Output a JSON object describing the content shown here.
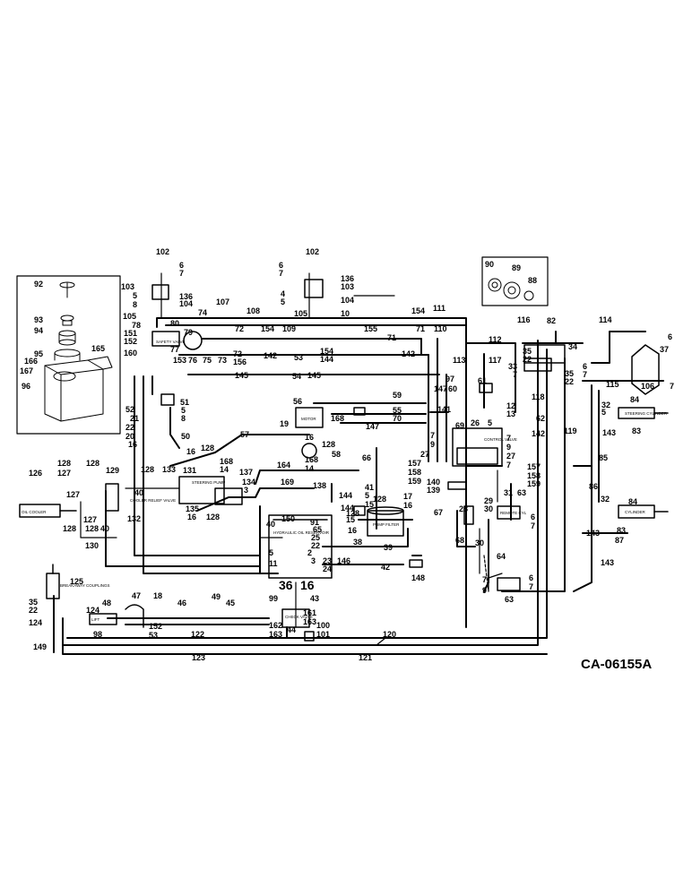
{
  "drawing_code": "CA-06155A",
  "component_labels": {
    "oil_cooler": "OIL COOLER",
    "cooler_relief_valve": "COOLER RELIEF VALVE",
    "steering_pump": "STEERING PUMP",
    "safety_valve": "SAFETY VALVE",
    "motor": "MOTOR",
    "reservoir": "HYDRAULIC OIL RESERVOIR",
    "pump_filter": "PUMP FILTER",
    "control_valve": "CONTROL VALVE",
    "check_valve": "CHECK VALVE",
    "remote_cyl": "REMOTE CYL",
    "steering_cylinder": "STEERING CYLINDER",
    "cylinder": "CYLINDER",
    "breakaway_couplings": "BREAKAWAY COUPLINGS",
    "lift": "LIFT"
  },
  "callouts": [
    {
      "id": "c92",
      "text": "92"
    },
    {
      "id": "c93",
      "text": "93"
    },
    {
      "id": "c94",
      "text": "94"
    },
    {
      "id": "c95",
      "text": "95"
    },
    {
      "id": "c165",
      "text": "165"
    },
    {
      "id": "c166",
      "text": "166"
    },
    {
      "id": "c167",
      "text": "167"
    },
    {
      "id": "c96",
      "text": "96"
    },
    {
      "id": "c102a",
      "text": "102"
    },
    {
      "id": "c6a",
      "text": "6"
    },
    {
      "id": "c7a",
      "text": "7"
    },
    {
      "id": "c103a",
      "text": "103"
    },
    {
      "id": "c5a",
      "text": "5"
    },
    {
      "id": "c8a",
      "text": "8"
    },
    {
      "id": "c136a",
      "text": "136"
    },
    {
      "id": "c104a",
      "text": "104"
    },
    {
      "id": "c105a",
      "text": "105"
    },
    {
      "id": "c107",
      "text": "107"
    },
    {
      "id": "c108",
      "text": "108"
    },
    {
      "id": "c74",
      "text": "74"
    },
    {
      "id": "c80",
      "text": "80"
    },
    {
      "id": "c78",
      "text": "78"
    },
    {
      "id": "c151",
      "text": "151"
    },
    {
      "id": "c152",
      "text": "152"
    },
    {
      "id": "c79",
      "text": "79"
    },
    {
      "id": "c77",
      "text": "77"
    },
    {
      "id": "c160",
      "text": "160"
    },
    {
      "id": "c72a",
      "text": "72"
    },
    {
      "id": "c154a",
      "text": "154"
    },
    {
      "id": "c109",
      "text": "109"
    },
    {
      "id": "c72b",
      "text": "72"
    },
    {
      "id": "c153",
      "text": "153"
    },
    {
      "id": "c76",
      "text": "76"
    },
    {
      "id": "c75",
      "text": "75"
    },
    {
      "id": "c73",
      "text": "73"
    },
    {
      "id": "c156",
      "text": "156"
    },
    {
      "id": "c142a",
      "text": "142"
    },
    {
      "id": "c53",
      "text": "53"
    },
    {
      "id": "c145a",
      "text": "145"
    },
    {
      "id": "c54",
      "text": "54"
    },
    {
      "id": "c102b",
      "text": "102"
    },
    {
      "id": "c6b",
      "text": "6"
    },
    {
      "id": "c7b",
      "text": "7"
    },
    {
      "id": "c136b",
      "text": "136"
    },
    {
      "id": "c103b",
      "text": "103"
    },
    {
      "id": "c4",
      "text": "4"
    },
    {
      "id": "c5b",
      "text": "5"
    },
    {
      "id": "c104b",
      "text": "104"
    },
    {
      "id": "c105b",
      "text": "105"
    },
    {
      "id": "c10",
      "text": "10"
    },
    {
      "id": "c154b",
      "text": "154"
    },
    {
      "id": "c155",
      "text": "155"
    },
    {
      "id": "c154c",
      "text": "154"
    },
    {
      "id": "c144a",
      "text": "144"
    },
    {
      "id": "c71a",
      "text": "71"
    },
    {
      "id": "c71b",
      "text": "71"
    },
    {
      "id": "c111",
      "text": "111"
    },
    {
      "id": "c110",
      "text": "110"
    },
    {
      "id": "c112",
      "text": "112"
    },
    {
      "id": "c142b",
      "text": "142"
    },
    {
      "id": "c145b",
      "text": "145"
    },
    {
      "id": "c113",
      "text": "113"
    },
    {
      "id": "c117",
      "text": "117"
    },
    {
      "id": "c147a",
      "text": "147"
    },
    {
      "id": "c97",
      "text": "97"
    },
    {
      "id": "c60",
      "text": "60"
    },
    {
      "id": "c90",
      "text": "90"
    },
    {
      "id": "c89",
      "text": "89"
    },
    {
      "id": "c88",
      "text": "88"
    },
    {
      "id": "c116",
      "text": "116"
    },
    {
      "id": "c82",
      "text": "82"
    },
    {
      "id": "c114",
      "text": "114"
    },
    {
      "id": "c34",
      "text": "34"
    },
    {
      "id": "c35a",
      "text": "35"
    },
    {
      "id": "c22a",
      "text": "22"
    },
    {
      "id": "c33",
      "text": "33"
    },
    {
      "id": "c7c",
      "text": "7"
    },
    {
      "id": "c6c",
      "text": "6"
    },
    {
      "id": "c7d",
      "text": "7"
    },
    {
      "id": "c35b",
      "text": "35"
    },
    {
      "id": "c22b",
      "text": "22"
    },
    {
      "id": "c37",
      "text": "37"
    },
    {
      "id": "c106",
      "text": "106"
    },
    {
      "id": "c6d",
      "text": "6"
    },
    {
      "id": "c7e",
      "text": "7"
    },
    {
      "id": "c115",
      "text": "115"
    },
    {
      "id": "c84a",
      "text": "84"
    },
    {
      "id": "c32a",
      "text": "32"
    },
    {
      "id": "c5c",
      "text": "5"
    },
    {
      "id": "c143a",
      "text": "143"
    },
    {
      "id": "c83a",
      "text": "83"
    },
    {
      "id": "c118",
      "text": "118"
    },
    {
      "id": "c119",
      "text": "119"
    },
    {
      "id": "c142c",
      "text": "142"
    },
    {
      "id": "c61",
      "text": "61"
    },
    {
      "id": "c12",
      "text": "12"
    },
    {
      "id": "c13",
      "text": "13"
    },
    {
      "id": "c62",
      "text": "62"
    },
    {
      "id": "c85",
      "text": "85"
    },
    {
      "id": "c51",
      "text": "51"
    },
    {
      "id": "c52",
      "text": "52"
    },
    {
      "id": "c21",
      "text": "21"
    },
    {
      "id": "c22c",
      "text": "22"
    },
    {
      "id": "c5d",
      "text": "5"
    },
    {
      "id": "c8b",
      "text": "8"
    },
    {
      "id": "c20",
      "text": "20"
    },
    {
      "id": "c50",
      "text": "50"
    },
    {
      "id": "c16a",
      "text": "16"
    },
    {
      "id": "c56",
      "text": "56"
    },
    {
      "id": "c19",
      "text": "19"
    },
    {
      "id": "c168a",
      "text": "168"
    },
    {
      "id": "c59",
      "text": "59"
    },
    {
      "id": "c55",
      "text": "55"
    },
    {
      "id": "c70",
      "text": "70"
    },
    {
      "id": "c141",
      "text": "141"
    },
    {
      "id": "c147b",
      "text": "147"
    },
    {
      "id": "c69",
      "text": "69"
    },
    {
      "id": "c26",
      "text": "26"
    },
    {
      "id": "c5e",
      "text": "5"
    },
    {
      "id": "c7f",
      "text": "7"
    },
    {
      "id": "c9a",
      "text": "9"
    },
    {
      "id": "c27a",
      "text": "27"
    },
    {
      "id": "c7g",
      "text": "7"
    },
    {
      "id": "c9b",
      "text": "9"
    },
    {
      "id": "c27b",
      "text": "27"
    },
    {
      "id": "c7h",
      "text": "7"
    },
    {
      "id": "c57",
      "text": "57"
    },
    {
      "id": "c168b",
      "text": "168"
    },
    {
      "id": "c14a",
      "text": "14"
    },
    {
      "id": "c128a",
      "text": "128"
    },
    {
      "id": "c16b",
      "text": "16"
    },
    {
      "id": "c16c",
      "text": "16"
    },
    {
      "id": "c128b",
      "text": "128"
    },
    {
      "id": "c168c",
      "text": "168"
    },
    {
      "id": "c14b",
      "text": "14"
    },
    {
      "id": "c58",
      "text": "58"
    },
    {
      "id": "c164",
      "text": "164"
    },
    {
      "id": "c66",
      "text": "66"
    },
    {
      "id": "c157a",
      "text": "157"
    },
    {
      "id": "c158a",
      "text": "158"
    },
    {
      "id": "c159a",
      "text": "159"
    },
    {
      "id": "c140",
      "text": "140"
    },
    {
      "id": "c139",
      "text": "139"
    },
    {
      "id": "c157b",
      "text": "157"
    },
    {
      "id": "c158b",
      "text": "158"
    },
    {
      "id": "c159b",
      "text": "159"
    },
    {
      "id": "c126",
      "text": "126"
    },
    {
      "id": "c128c",
      "text": "128"
    },
    {
      "id": "c127a",
      "text": "127"
    },
    {
      "id": "c128d",
      "text": "128"
    },
    {
      "id": "c129",
      "text": "129"
    },
    {
      "id": "c128e",
      "text": "128"
    },
    {
      "id": "c133",
      "text": "133"
    },
    {
      "id": "c131",
      "text": "131"
    },
    {
      "id": "c137",
      "text": "137"
    },
    {
      "id": "c134",
      "text": "134"
    },
    {
      "id": "c3a",
      "text": "3"
    },
    {
      "id": "c169",
      "text": "169"
    },
    {
      "id": "c138",
      "text": "138"
    },
    {
      "id": "c128f",
      "text": "128"
    },
    {
      "id": "c17",
      "text": "17"
    },
    {
      "id": "c16d",
      "text": "16"
    },
    {
      "id": "c41",
      "text": "41"
    },
    {
      "id": "c144b",
      "text": "144"
    },
    {
      "id": "c5f",
      "text": "5"
    },
    {
      "id": "c15a",
      "text": "15"
    },
    {
      "id": "c128g",
      "text": "128"
    },
    {
      "id": "c40a",
      "text": "40"
    },
    {
      "id": "c127b",
      "text": "127"
    },
    {
      "id": "c128h",
      "text": "128"
    },
    {
      "id": "c40b",
      "text": "40"
    },
    {
      "id": "c132",
      "text": "132"
    },
    {
      "id": "c127c",
      "text": "127"
    },
    {
      "id": "c128i",
      "text": "128"
    },
    {
      "id": "c135",
      "text": "135"
    },
    {
      "id": "c16e",
      "text": "16"
    },
    {
      "id": "c128j",
      "text": "128"
    },
    {
      "id": "c150",
      "text": "150"
    },
    {
      "id": "c91",
      "text": "91"
    },
    {
      "id": "c144c",
      "text": "144"
    },
    {
      "id": "c15b",
      "text": "15"
    },
    {
      "id": "c16f",
      "text": "16"
    },
    {
      "id": "c38",
      "text": "38"
    },
    {
      "id": "c39",
      "text": "39"
    },
    {
      "id": "c130",
      "text": "130"
    },
    {
      "id": "c40c",
      "text": "40"
    },
    {
      "id": "c65",
      "text": "65"
    },
    {
      "id": "c25",
      "text": "25"
    },
    {
      "id": "c22d",
      "text": "22"
    },
    {
      "id": "c2",
      "text": "2"
    },
    {
      "id": "c3b",
      "text": "3"
    },
    {
      "id": "c11",
      "text": "11"
    },
    {
      "id": "c5g",
      "text": "5"
    },
    {
      "id": "c23",
      "text": "23"
    },
    {
      "id": "c24",
      "text": "24"
    },
    {
      "id": "c146",
      "text": "146"
    },
    {
      "id": "c42",
      "text": "42"
    },
    {
      "id": "c148",
      "text": "148"
    },
    {
      "id": "c67",
      "text": "67"
    },
    {
      "id": "c28",
      "text": "28"
    },
    {
      "id": "c29",
      "text": "29"
    },
    {
      "id": "c30a",
      "text": "30"
    },
    {
      "id": "c31",
      "text": "31"
    },
    {
      "id": "c63a",
      "text": "63"
    },
    {
      "id": "c6e",
      "text": "6"
    },
    {
      "id": "c7i",
      "text": "7"
    },
    {
      "id": "c68",
      "text": "68"
    },
    {
      "id": "c30b",
      "text": "30"
    },
    {
      "id": "c86",
      "text": "86"
    },
    {
      "id": "c84b",
      "text": "84"
    },
    {
      "id": "c32b",
      "text": "32"
    },
    {
      "id": "c83b",
      "text": "83"
    },
    {
      "id": "c87",
      "text": "87"
    },
    {
      "id": "c143b",
      "text": "143"
    },
    {
      "id": "c143c",
      "text": "143"
    },
    {
      "id": "c64",
      "text": "64"
    },
    {
      "id": "c7j",
      "text": "7"
    },
    {
      "id": "c9c",
      "text": "9"
    },
    {
      "id": "c6f",
      "text": "6"
    },
    {
      "id": "c7k",
      "text": "7"
    },
    {
      "id": "c63b",
      "text": "63"
    },
    {
      "id": "c49",
      "text": "49"
    },
    {
      "id": "c36",
      "text": "36"
    },
    {
      "id": "c16g",
      "text": "16"
    },
    {
      "id": "c99",
      "text": "99"
    },
    {
      "id": "c43",
      "text": "43"
    },
    {
      "id": "c125",
      "text": "125"
    },
    {
      "id": "c35c",
      "text": "35"
    },
    {
      "id": "c22e",
      "text": "22"
    },
    {
      "id": "c124a",
      "text": "124"
    },
    {
      "id": "c124b",
      "text": "124"
    },
    {
      "id": "c48",
      "text": "48"
    },
    {
      "id": "c47",
      "text": "47"
    },
    {
      "id": "c18",
      "text": "18"
    },
    {
      "id": "c46",
      "text": "46"
    },
    {
      "id": "c45",
      "text": "45"
    },
    {
      "id": "c152b",
      "text": "152"
    },
    {
      "id": "c53b",
      "text": "53"
    },
    {
      "id": "c98",
      "text": "98"
    },
    {
      "id": "c122",
      "text": "122"
    },
    {
      "id": "c161",
      "text": "161"
    },
    {
      "id": "c163a",
      "text": "163"
    },
    {
      "id": "c162",
      "text": "162"
    },
    {
      "id": "c163b",
      "text": "163"
    },
    {
      "id": "c100",
      "text": "100"
    },
    {
      "id": "c101",
      "text": "101"
    },
    {
      "id": "c44",
      "text": "44"
    },
    {
      "id": "c149",
      "text": "149"
    },
    {
      "id": "c120",
      "text": "120"
    },
    {
      "id": "c123",
      "text": "123"
    },
    {
      "id": "c121",
      "text": "121"
    }
  ]
}
